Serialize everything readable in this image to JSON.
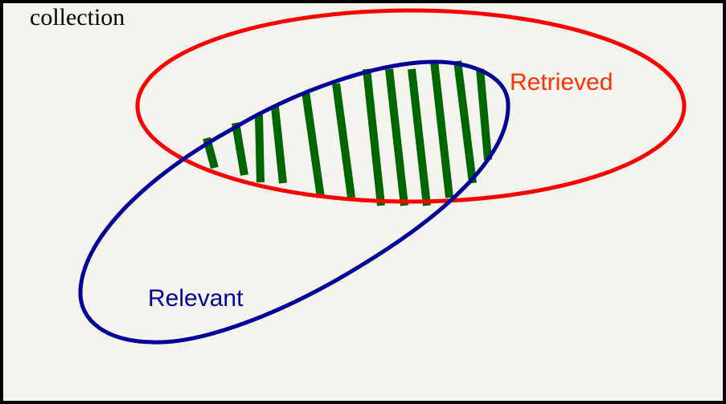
{
  "diagram": {
    "collection_label": "collection",
    "retrieved_label": "Retrieved",
    "relevant_label": "Relevant",
    "colors": {
      "background": "#f4f3ee",
      "frame": "#000000",
      "retrieved": "#ff0000",
      "retrieved_text": "#ff3300",
      "relevant": "#000099",
      "relevant_text": "#000099",
      "hatch": "#006600"
    }
  }
}
